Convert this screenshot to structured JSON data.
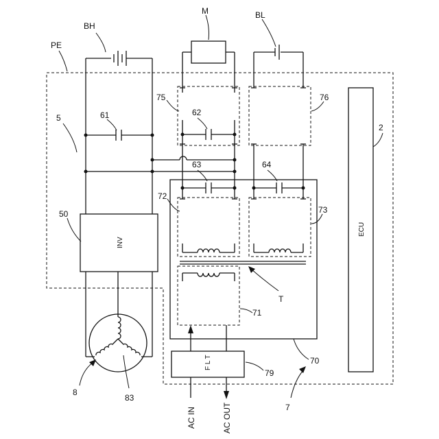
{
  "labels": {
    "bh": "BH",
    "m": "M",
    "bl": "BL",
    "pe": "PE",
    "n5": "5",
    "n61": "61",
    "n62": "62",
    "n63": "63",
    "n64": "64",
    "n75": "75",
    "n76": "76",
    "n2": "2",
    "n50": "50",
    "n72": "72",
    "n73": "73",
    "inv": "INV",
    "ecu": "ECU",
    "t": "T",
    "n71": "71",
    "n8": "8",
    "n83": "83",
    "n79": "79",
    "n70": "70",
    "n7": "7",
    "flt": "F L T",
    "ac_in": "AC IN",
    "ac_out": "AC OUT"
  }
}
